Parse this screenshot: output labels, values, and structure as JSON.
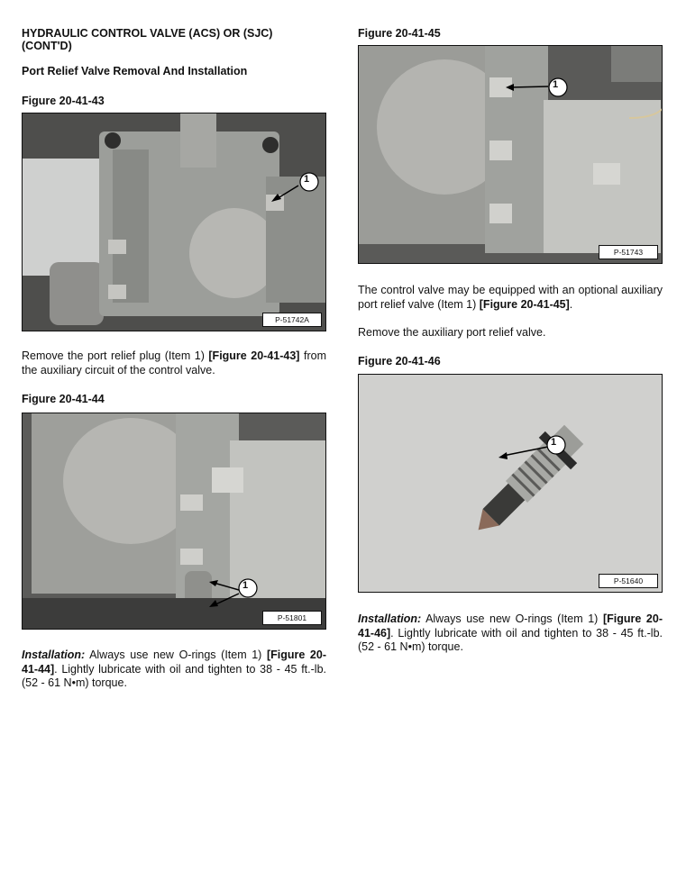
{
  "left": {
    "heading_line1": "HYDRAULIC CONTROL VALVE (ACS) OR (SJC)",
    "heading_line2": "(CONT'D)",
    "section_title": "Port Relief Valve Removal And Installation",
    "fig43": {
      "title": "Figure 20-41-43",
      "code": "P-51742A",
      "callout": "1"
    },
    "para1": {
      "t1": "Remove the port relief plug (Item 1) ",
      "ref": "[Figure 20-41-43]",
      "t2": " from the auxiliary circuit of the control valve."
    },
    "fig44": {
      "title": "Figure 20-41-44",
      "code": "P-51801",
      "callout": "1"
    },
    "para2": {
      "lead": "Installation:",
      "t1": " Always use new O-rings (Item 1) ",
      "ref": "[Figure 20-41-44]",
      "t2": ". Lightly lubricate with oil and tighten to 38 - 45 ft.-lb. (52 - 61 N•m) torque."
    }
  },
  "right": {
    "fig45": {
      "title": "Figure 20-41-45",
      "code": "P-51743",
      "callout": "1"
    },
    "para1": {
      "t1": "The control valve may be equipped with an optional auxiliary port relief valve (Item 1) ",
      "ref": "[Figure 20-41-45]",
      "t2": "."
    },
    "para2": "Remove the auxiliary port relief valve.",
    "fig46": {
      "title": "Figure 20-41-46",
      "code": "P-51640",
      "callout": "1"
    },
    "para3": {
      "lead": "Installation:",
      "t1": " Always use new O-rings (Item 1) ",
      "ref": "[Figure 20-41-46]",
      "t2": ". Lightly lubricate with oil and tighten to 38 - 45 ft.-lb. (52 - 61 N•m) torque."
    }
  }
}
